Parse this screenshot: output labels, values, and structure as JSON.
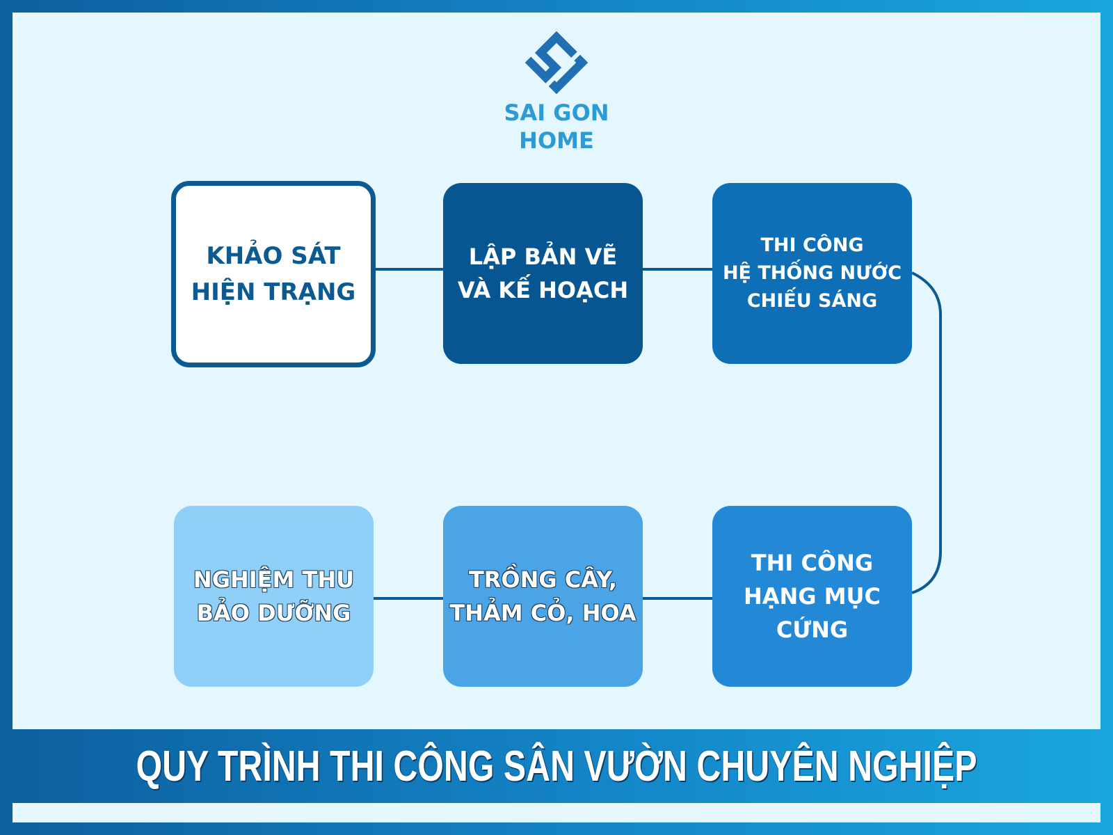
{
  "logo": {
    "line1": "SAI GON",
    "line2": "HOME",
    "icon": "saigon-home-logo-icon"
  },
  "steps": [
    {
      "label": "KHẢO SÁT\nHIỆN TRẠNG"
    },
    {
      "label": "LẬP BẢN VẼ\nVÀ KẾ HOẠCH"
    },
    {
      "label": "THI CÔNG\nHỆ THỐNG NƯỚC\nCHIẾU SÁNG"
    },
    {
      "label": "THI CÔNG\nHẠNG MỤC\nCỨNG"
    },
    {
      "label": "TRỒNG CÂY,\nTHẢM CỎ, HOA"
    },
    {
      "label": "NGHIỆM THU\nBẢO DƯỠNG"
    }
  ],
  "footer": {
    "title": "QUY TRÌNH THI CÔNG SÂN VƯỜN CHUYÊN NGHIỆP"
  },
  "colors": {
    "primary": "#085691",
    "accent": "#2c9ad6",
    "background": "#e4f6fe"
  }
}
